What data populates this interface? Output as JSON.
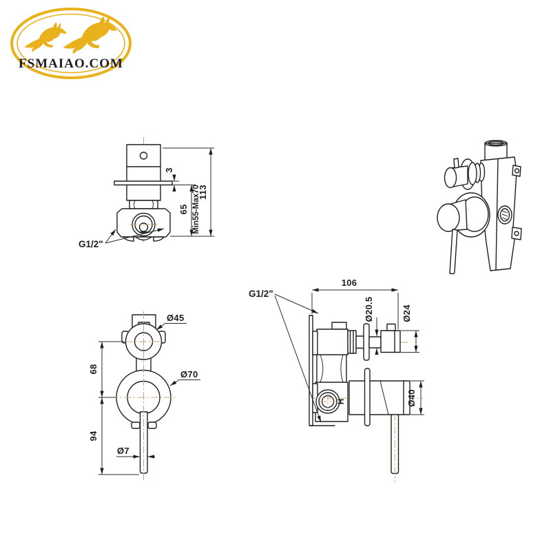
{
  "logo": {
    "text": "FSMAIAO.COM"
  },
  "side_view": {
    "thread_label": "G1/2\"",
    "dim_plate_thickness": "3",
    "dim_depth_min": "65",
    "dim_depth_range": "Min55-Max70",
    "dim_height": "113"
  },
  "front_view": {
    "dia_trim_small": "Ø45",
    "dia_trim_large": "Ø70",
    "dia_lever": "Ø7",
    "dim_center_distance": "68",
    "dim_lever_length": "94"
  },
  "section_view": {
    "thread_label": "G1/2\"",
    "dim_width": "106",
    "dia_shaft": "Ø20.5",
    "dia_knob": "Ø24",
    "dia_handle": "Ø40",
    "marking": "H"
  },
  "colors": {
    "gold": "#e9b11c",
    "line": "#1e1e1e",
    "centerline": "#c9a97c"
  }
}
